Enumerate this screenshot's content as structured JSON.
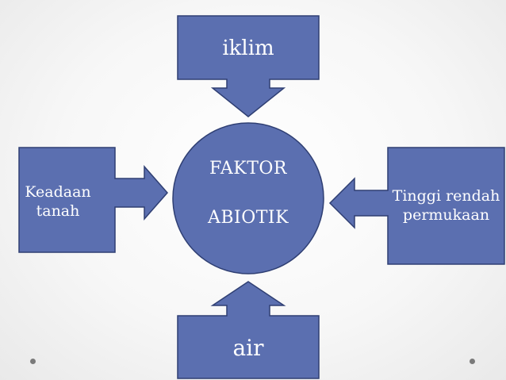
{
  "diagram": {
    "center": {
      "line1": "FAKTOR",
      "line2": "ABIOTIK"
    },
    "boxes": {
      "top": "iklim",
      "left": "Keadaan tanah",
      "right": "Tinggi rendah permukaan",
      "bottom": "air"
    }
  },
  "colors": {
    "shape_fill": "#5b6fb0",
    "shape_stroke": "#2f3f73",
    "text": "#ffffff",
    "background": "#f4f4f4",
    "dot": "#7a7a7a"
  }
}
